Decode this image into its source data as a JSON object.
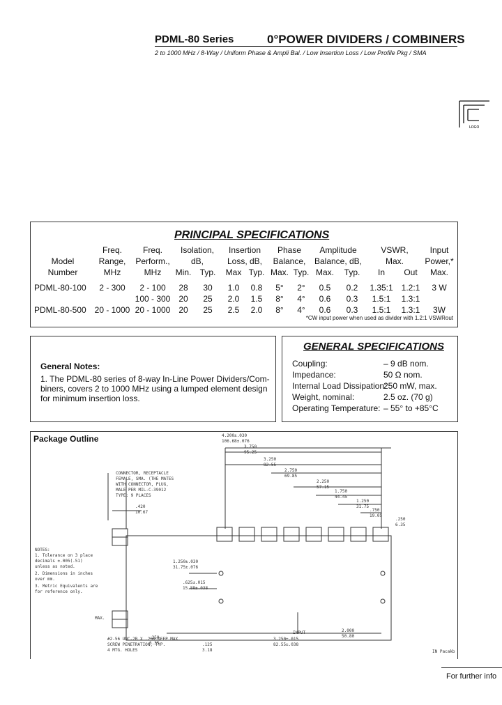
{
  "header": {
    "series": "PDML-80 Series",
    "title": "0°POWER DIVIDERS / COMBINERS",
    "subtitle": "2 to 1000 MHz / 8-Way / Uniform Phase & Ampli Bal. / Low Insertion Loss / Low Profile Pkg / SMA"
  },
  "principal": {
    "title": "PRINCIPAL SPECIFICATIONS",
    "headers_row1": [
      "",
      "Freq.",
      "Freq.",
      "Isolation,",
      "Insertion",
      "Phase",
      "Amplitude",
      "VSWR,",
      "Input"
    ],
    "headers_row2": [
      "Model",
      "Range,",
      "Perform.,",
      "dB,",
      "Loss, dB,",
      "Balance,",
      "Balance, dB,",
      "Max.",
      "Power,*"
    ],
    "headers_row3": [
      "Number",
      "MHz",
      "MHz",
      "Min.",
      "Typ.",
      "Max",
      "Typ.",
      "Max.",
      "Typ.",
      "Max.",
      "Typ.",
      "In",
      "Out",
      "Max."
    ],
    "rows": [
      [
        "PDML-80-100",
        "2 - 300",
        "2 - 100",
        "28",
        "30",
        "1.0",
        "0.8",
        "5°",
        "2°",
        "0.5",
        "0.2",
        "1.35:1",
        "1.2:1",
        "3 W"
      ],
      [
        "",
        "",
        "100 - 300",
        "20",
        "25",
        "2.0",
        "1.5",
        "8°",
        "4°",
        "0.6",
        "0.3",
        "1.5:1",
        "1.3:1",
        ""
      ],
      [
        "PDML-80-500",
        "20 - 1000",
        "20 - 1000",
        "20",
        "25",
        "2.5",
        "2.0",
        "8°",
        "4°",
        "0.6",
        "0.3",
        "1.5:1",
        "1.3:1",
        "3W"
      ]
    ],
    "footnote": "*CW input power when used as divider with 1.2:1 VSWRout"
  },
  "general_notes": {
    "heading": "General Notes:",
    "line1": "1. The PDML-80 series of 8-way In-Line Power Dividers/Com-",
    "line2": "biners, covers 2 to 1000 MHz using a lumped element design",
    "line3": "for minimum insertion loss."
  },
  "general_specs": {
    "title": "GENERAL SPECIFICATIONS",
    "items": [
      {
        "label": "Coupling:",
        "value": "– 9 dB nom."
      },
      {
        "label": "Impedance:",
        "value": "50 Ω nom."
      },
      {
        "label": "Internal Load Dissipation:",
        "value": "250 mW, max."
      },
      {
        "label": "Weight, nominal:",
        "value": "2.5 oz. (70 g)"
      },
      {
        "label": "Operating Temperature:",
        "value": "– 55° to +85°C"
      }
    ]
  },
  "package": {
    "title": "Package Outline",
    "dims": {
      "d1": "4.200±.030",
      "d1b": "106.68±.076",
      "d2": "3.750",
      "d2b": "95.25",
      "d3": "3.250",
      "d3b": "82.55",
      "d4": "2.750",
      "d4b": "69.85",
      "d5": "2.250",
      "d5b": "57.15",
      "d6": "1.750",
      "d6b": "44.45",
      "d7": "1.250",
      "d7b": "31.75",
      "d8": ".750",
      "d8b": "19.05",
      "d9": ".250",
      "d9b": "6.35",
      "d10": ".420",
      "d10b": "10.67",
      "d11": "1.250±.030",
      "d11b": "31.75±.076",
      "d12": ".625±.015",
      "d12b": "15.88±.038",
      "d13": "3.250±.015",
      "d13b": "82.55±.038",
      "d14": "2.000",
      "d14b": "50.80",
      "d15": ".125",
      "d15b": "3.18",
      "d16": ".250",
      "d16b": "6.35"
    },
    "connector_note": [
      "CONNECTOR, RECEPTACLE",
      "FEMALE, SMA. (THE MATES",
      "WITH CONNECTOR, PLUG,",
      "MALE PER MIL-C-39012",
      "TYPE: 9 PLACES"
    ],
    "notes": [
      "NOTES:",
      "1. Tolerance on 3 place",
      "   decimals ±.005(.51)",
      "   unless as noted.",
      "2. Dimensions in inches",
      "   over mm.",
      "3. Metric Equivalents are",
      "   for reference only."
    ],
    "screw_note": [
      "#2-56 UNC-2B X .250 DEEP MAX.",
      "SCREW PENETRATION, TYP.",
      "4 MTG. HOLES"
    ],
    "input_label": "INPUT",
    "max_label": "MAX.",
    "side_tag": "IN Pacakb"
  },
  "footer": {
    "further": "For further info"
  }
}
